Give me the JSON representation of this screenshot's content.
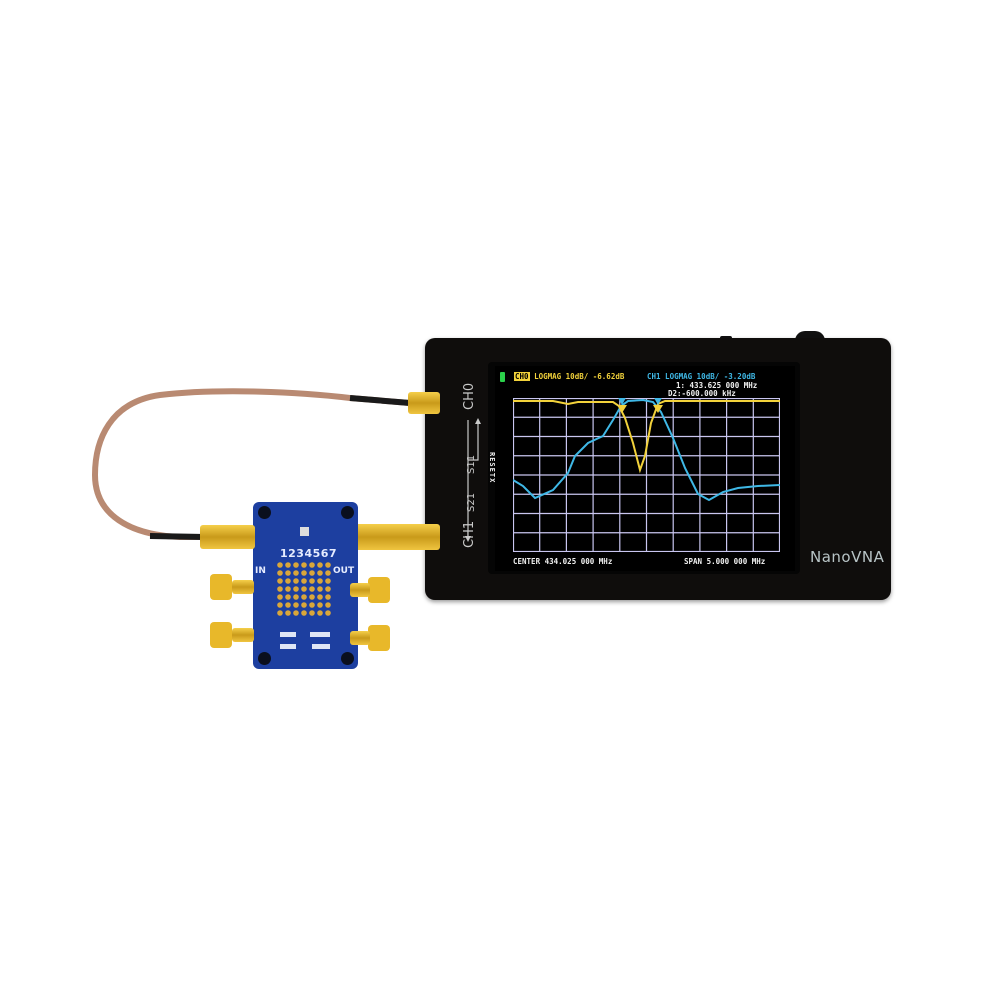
{
  "scene": {
    "description": "Product photo of a NanoVNA vector network analyzer connected to a blue RF test PCB",
    "background": "#ffffff"
  },
  "device": {
    "brand_label": "NanoVNA",
    "port_labels": {
      "top_port": "CH0",
      "bottom_port": "CH1",
      "s11": "S11",
      "s21": "S21"
    },
    "body_color": "#0f0d0c"
  },
  "screen": {
    "battery_indicator_color": "#2bd14b",
    "ch0_header": {
      "badge": "CH0",
      "text": "LOGMAG 10dB/ -6.62dB",
      "color": "#f2d23b"
    },
    "ch1_header": {
      "text": "CH1 LOGMAG 10dB/ -3.20dB",
      "color": "#3fb8e6"
    },
    "marker_readout": {
      "line1": "1: 433.625 000 MHz",
      "line2": "D2:-600.000 kHz"
    },
    "side_menu_vertical_text": "RESETX",
    "footer_center": "CENTER 434.025 000 MHz",
    "footer_span": "SPAN 5.000 000 MHz",
    "grid_color": "#c9c6f0",
    "markers": [
      {
        "id": 1,
        "x_fraction": 0.36
      },
      {
        "id": 2,
        "x_fraction": 0.49
      }
    ]
  },
  "chart_data": {
    "type": "line",
    "title": "",
    "xlabel": "Frequency (CENTER 434.025 MHz, SPAN 5.000 MHz)",
    "ylabel": "LOGMAG 10dB/div",
    "grid": true,
    "grid_divisions": {
      "x": 10,
      "y": 8
    },
    "x": [
      0,
      0.05,
      0.1,
      0.15,
      0.2,
      0.25,
      0.3,
      0.36,
      0.4,
      0.45,
      0.49,
      0.55,
      0.6,
      0.65,
      0.7,
      0.75,
      0.8,
      0.85,
      0.9,
      0.95,
      1.0
    ],
    "series": [
      {
        "name": "CH0 S11 LOGMAG (yellow)",
        "color": "#f2d23b",
        "values_div_from_top": [
          0.15,
          0.15,
          0.2,
          0.15,
          0.15,
          0.15,
          0.15,
          0.45,
          1.6,
          3.2,
          0.45,
          0.15,
          0.15,
          0.15,
          0.15,
          0.15,
          0.15,
          0.15,
          0.15,
          0.15,
          0.15
        ]
      },
      {
        "name": "CH1 S21 LOGMAG (cyan)",
        "color": "#3fb8e6",
        "values_div_from_top": [
          3.6,
          4.0,
          4.5,
          4.2,
          3.4,
          2.1,
          1.5,
          0.3,
          0.05,
          0.05,
          0.3,
          1.9,
          3.6,
          4.6,
          4.3,
          4.0,
          3.9,
          3.8,
          3.75,
          3.7,
          3.65
        ]
      }
    ]
  },
  "pcb": {
    "color": "#1d3fa0",
    "column_numbers": "1234567",
    "left_label": "IN",
    "right_label": "OUT",
    "grid_holes": {
      "rows": 7,
      "cols": 7
    }
  },
  "cable": {
    "color": "#b98a72"
  }
}
